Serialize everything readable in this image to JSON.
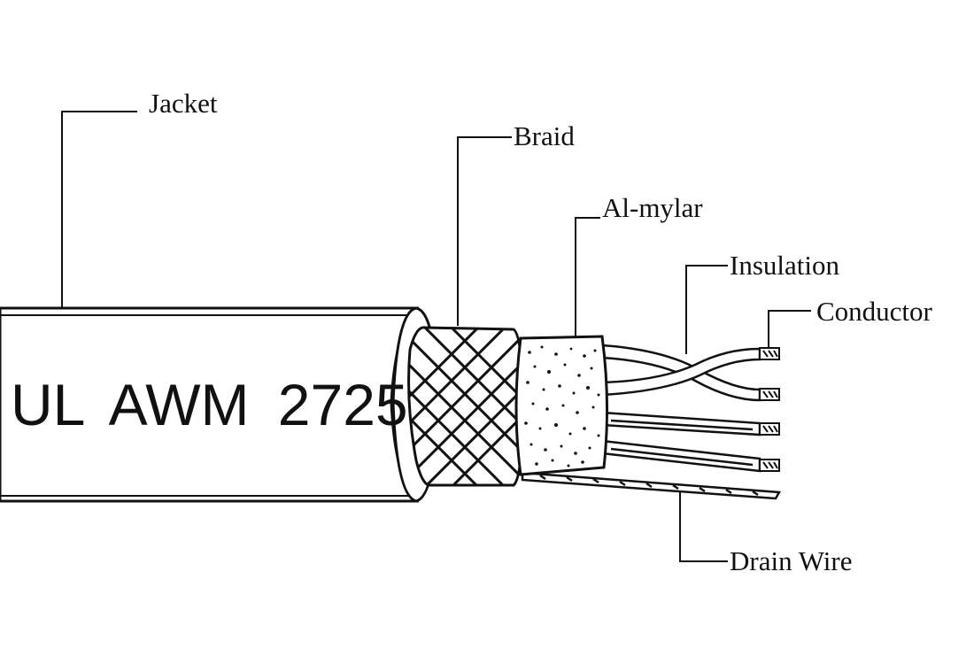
{
  "diagram": {
    "cable_marking": "UL  AWM  2725",
    "callouts": {
      "jacket": "Jacket",
      "braid": "Braid",
      "al_mylar": "Al-mylar",
      "insulation": "Insulation",
      "conductor": "Conductor",
      "drain_wire": "Drain Wire"
    },
    "colors": {
      "line": "#111111",
      "fill": "#ffffff"
    }
  }
}
